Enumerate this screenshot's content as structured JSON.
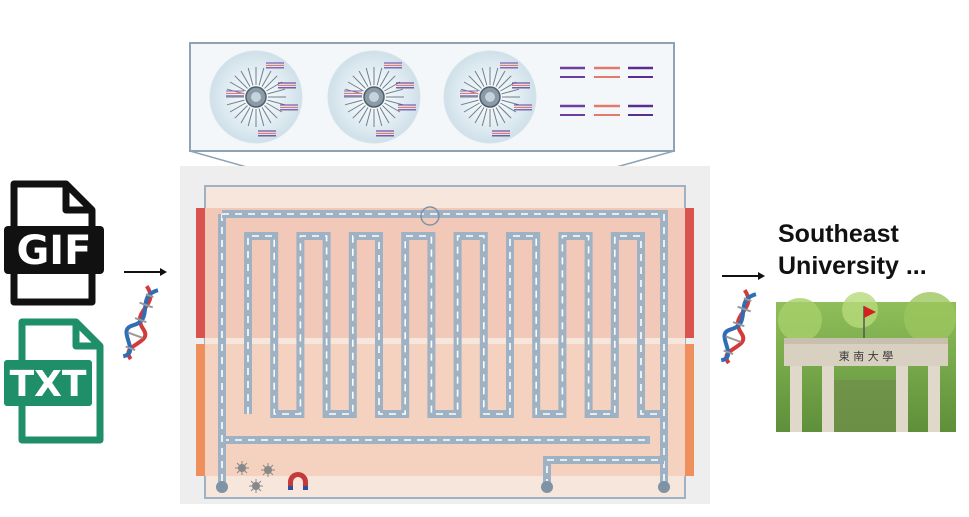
{
  "input_files": {
    "gif_label": "GIF",
    "txt_label": "TXT"
  },
  "output": {
    "title": "Southeast University ...",
    "photo_sign": "東 南 大 學"
  },
  "colors": {
    "chip_background": "#f7e6dc",
    "channel": "#9fb2c3",
    "channel_dark": "#7f93a6",
    "top_electrode": "#d9534f",
    "bottom_electrode": "#ef8f5e",
    "gif_black": "#111111",
    "txt_green": "#1f8f6a",
    "dna_red": "#d33a3a",
    "dna_blue": "#2f6db5",
    "frame": "#7f93a6"
  },
  "icons": [
    "gif-file-icon",
    "txt-file-icon",
    "dna-helix-icon",
    "arrow-right-icon",
    "magnet-icon",
    "bead-icon",
    "microbead-cluster-icon"
  ]
}
